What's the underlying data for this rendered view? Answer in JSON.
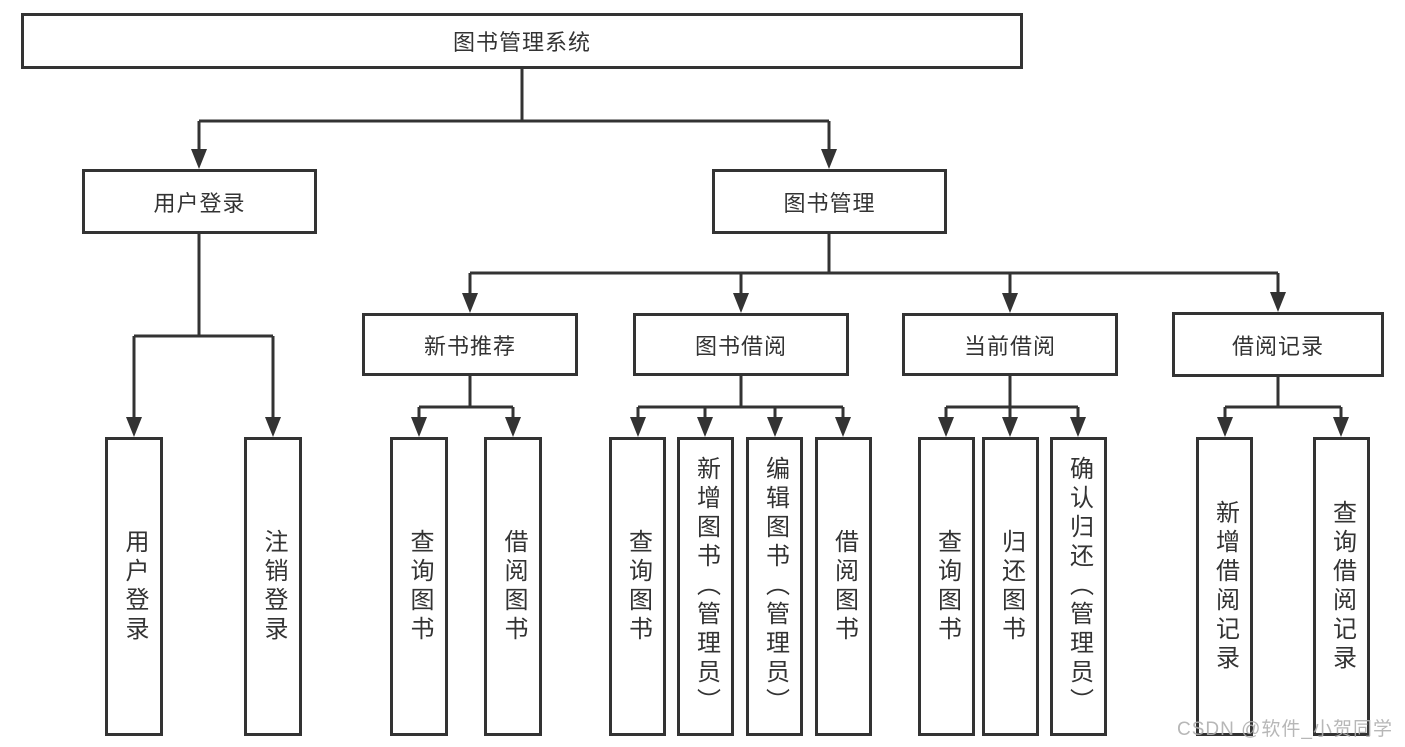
{
  "title": "图书管理系统",
  "tree": {
    "label": "图书管理系统",
    "children": [
      {
        "label": "用户登录",
        "children": [
          {
            "label": "用户登录"
          },
          {
            "label": "注销登录"
          }
        ]
      },
      {
        "label": "图书管理",
        "children": [
          {
            "label": "新书推荐",
            "children": [
              {
                "label": "查询图书"
              },
              {
                "label": "借阅图书"
              }
            ]
          },
          {
            "label": "图书借阅",
            "children": [
              {
                "label": "查询图书"
              },
              {
                "label": "新增图书（管理员）"
              },
              {
                "label": "编辑图书（管理员）"
              },
              {
                "label": "借阅图书"
              }
            ]
          },
          {
            "label": "当前借阅",
            "children": [
              {
                "label": "查询图书"
              },
              {
                "label": "归还图书"
              },
              {
                "label": "确认归还（管理员）"
              }
            ]
          },
          {
            "label": "借阅记录",
            "children": [
              {
                "label": "新增借阅记录"
              },
              {
                "label": "查询借阅记录"
              }
            ]
          }
        ]
      }
    ]
  },
  "watermark": {
    "text": "CSDN @软件_小贺同学"
  },
  "colors": {
    "line": "#333333",
    "border": "#333333",
    "text": "#333333",
    "watermark": "#afafaf",
    "background": "#ffffff"
  }
}
